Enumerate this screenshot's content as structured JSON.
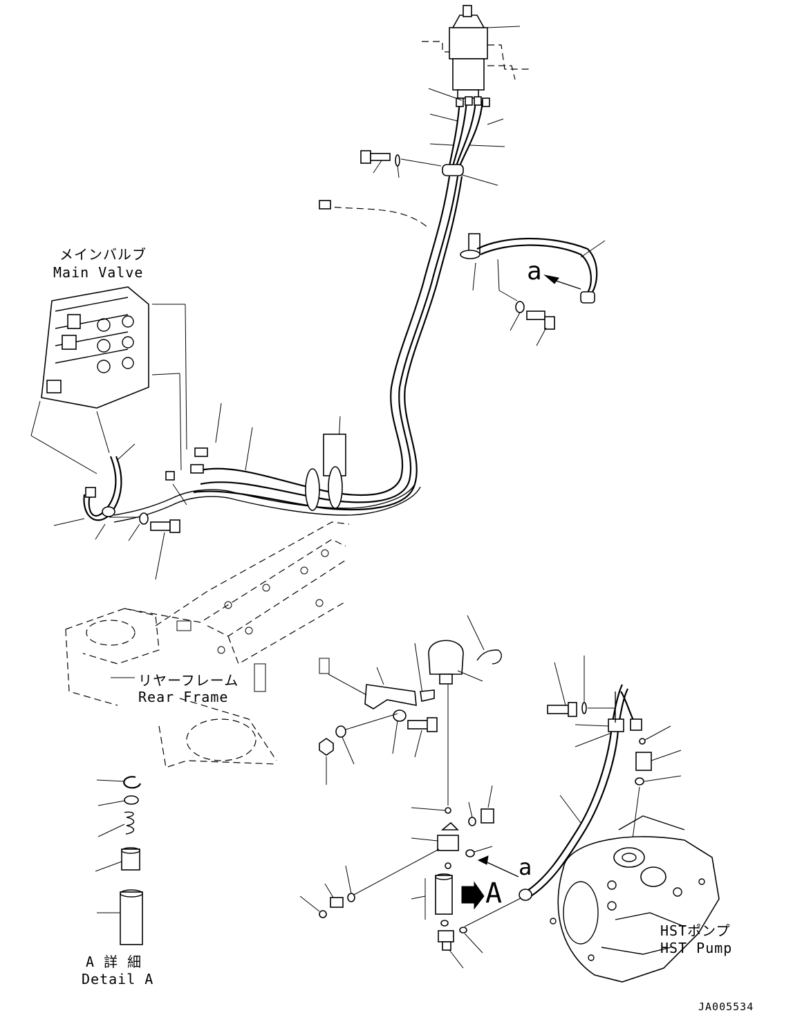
{
  "labels": {
    "main_valve_jp": "メインバルブ",
    "main_valve_en": "Main Valve",
    "rear_frame_jp": "リヤーフレーム",
    "rear_frame_en": "Rear Frame",
    "detail_jp": "A 詳 細",
    "detail_en": "Detail A",
    "hst_pump_jp": "HSTポンプ",
    "hst_pump_en": "HST Pump",
    "arrow_a_upper": "a",
    "arrow_a_lower": "a",
    "view_A": "A",
    "drawing_number": "JA005534"
  }
}
